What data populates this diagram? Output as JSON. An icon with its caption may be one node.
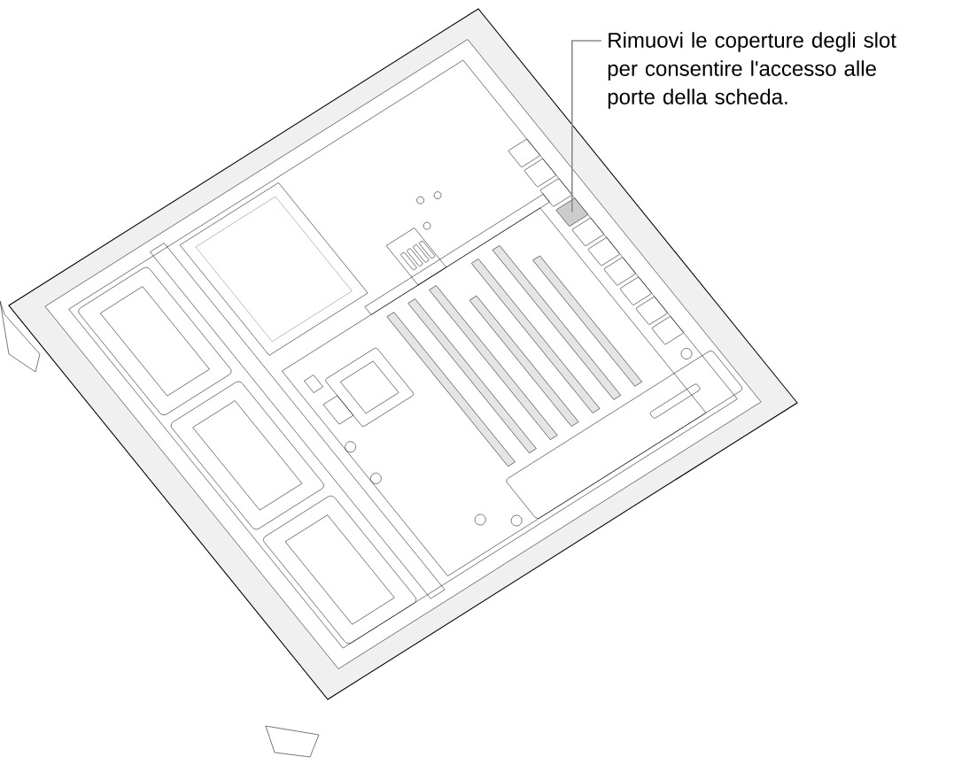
{
  "diagram": {
    "nodes": [
      {
        "text": [
          "Rimuovi le coperture degli slot per consentire l'accesso alle porte della scheda."
        ]
      },
      {
        "text": [],
        "shape": "picture"
      }
    ],
    "edges": [
      {
        "from": 0,
        "to": 1,
        "arrow": "none"
      }
    ]
  }
}
